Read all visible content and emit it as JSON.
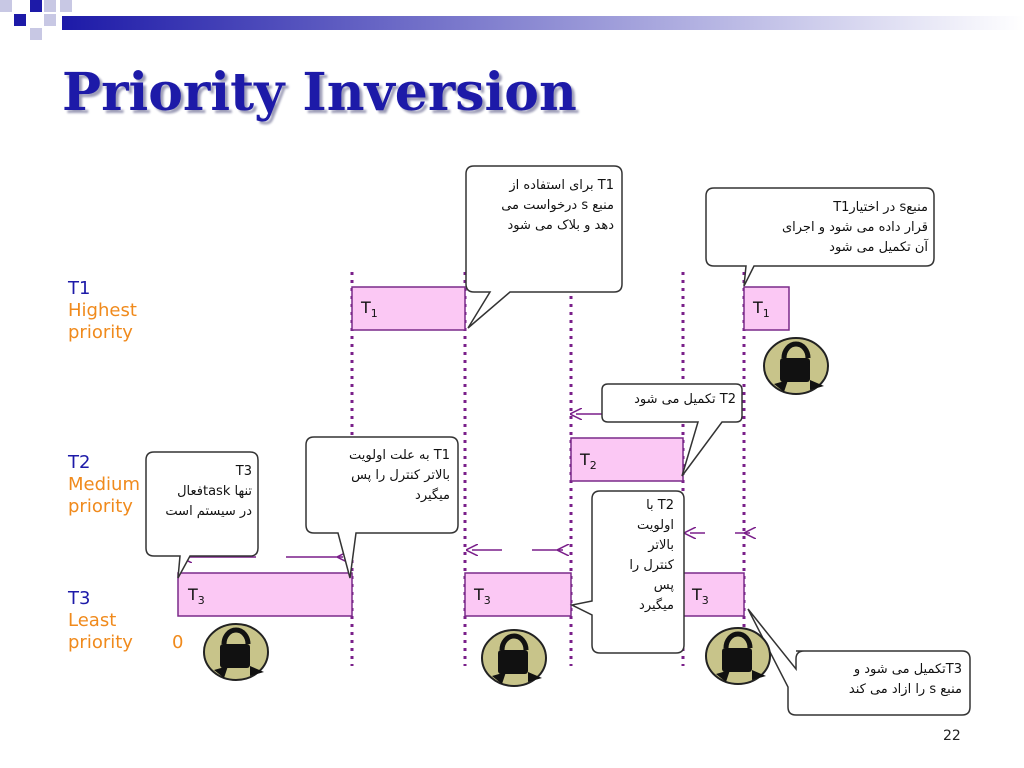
{
  "slide": {
    "title": "Priority Inversion",
    "page_number": "22"
  },
  "tasks": [
    {
      "name": "T1",
      "priority": "Highest priority",
      "name_color": "#1d1aa8",
      "priority_color": "#f08a1c"
    },
    {
      "name": "T2",
      "priority": "Medium priority",
      "name_color": "#1d1aa8",
      "priority_color": "#f08a1c"
    },
    {
      "name": "T3",
      "priority": "Least priority",
      "name_color": "#1d1aa8",
      "priority_color": "#f08a1c"
    }
  ],
  "time_origin": "0",
  "bars": [
    {
      "task": "T",
      "sub": "1"
    },
    {
      "task": "T",
      "sub": "1"
    },
    {
      "task": "T",
      "sub": "2"
    },
    {
      "task": "T",
      "sub": "3"
    },
    {
      "task": "T",
      "sub": "3"
    },
    {
      "task": "T",
      "sub": "3"
    }
  ],
  "callouts": {
    "t3_only": "T3\nتنها taskفعال\nدر سیستم است",
    "t1_preempt": "T1 به علت اولویت\nبالاتر کنترل را پس\nمیگیرد",
    "t1_request": "T1 برای استفاده از\nمنبع s درخواست می\nدهد و بلاک می شود",
    "t2_complete": "T2 تکمیل می شود",
    "t2_preempt": "T2 با\nاولویت\nبالاتر\nکنترل را\nپس\nمیگیرد",
    "t1_gets_s": "منبعs در اختیارT1\nقرار داده می شود و اجرای\nآن تکمیل می شود",
    "t3_release": "T3تکمیل می شود و\nمنبع s را ازاد می کند"
  },
  "icons": [
    "lock-icon"
  ],
  "colors": {
    "title": "#1d1aa8",
    "task_name": "#1d1aa8",
    "priority_text": "#f08a1c",
    "bar_fill": "#fbc8f4",
    "bar_stroke": "#7a2a8a",
    "dotted_line": "#7a1f8a",
    "lock_fill": "#c8c48a"
  }
}
